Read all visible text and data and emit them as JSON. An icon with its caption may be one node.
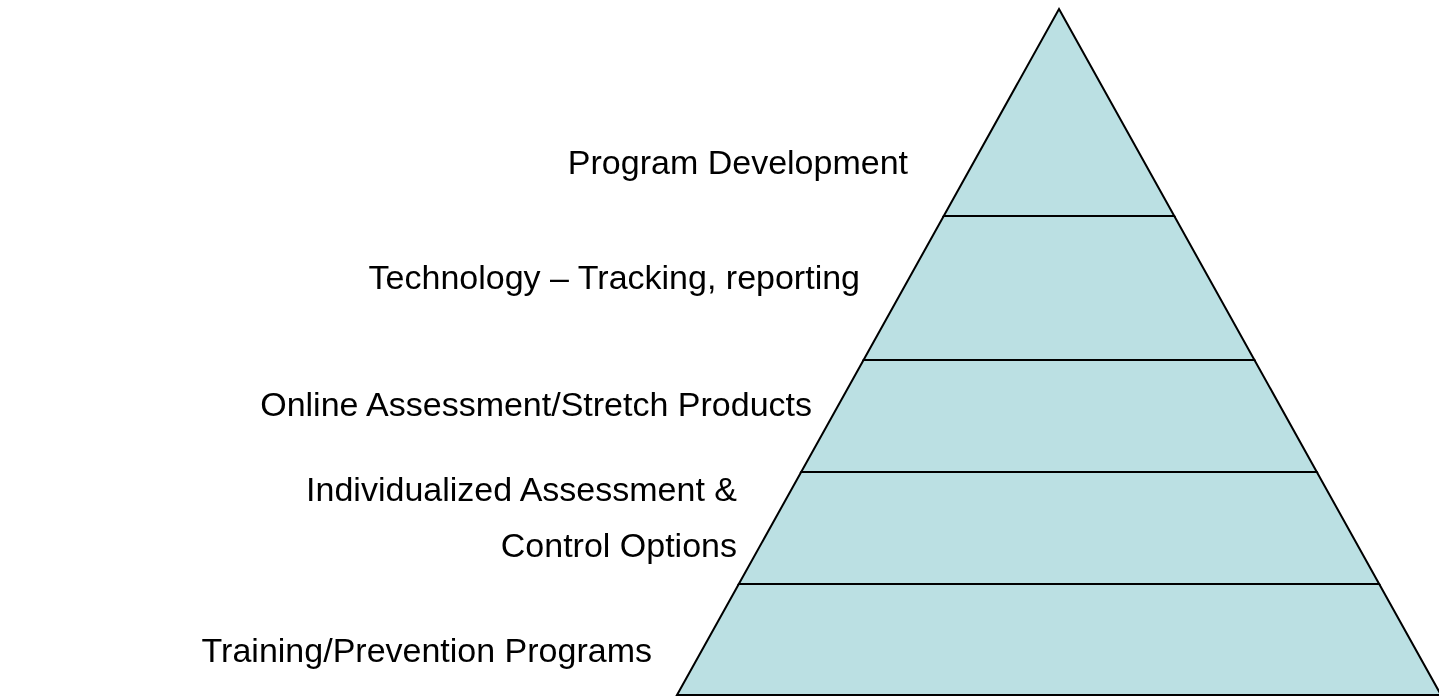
{
  "diagram": {
    "nodes": [
      {
        "text": [],
        "shape": "triangle",
        "beside": [
          "Program Development"
        ]
      },
      {
        "text": [],
        "shape": "trapezoid",
        "beside": [
          "Technology – Tracking, reporting"
        ]
      },
      {
        "text": [],
        "shape": "trapezoid",
        "beside": [
          "Online Assessment/Stretch Products"
        ]
      },
      {
        "text": [],
        "shape": "trapezoid",
        "beside": [
          "Individualized Assessment & Control Options"
        ]
      },
      {
        "text": [],
        "shape": "trapezoid",
        "beside": [
          "Training/Prevention Programs"
        ]
      }
    ]
  }
}
